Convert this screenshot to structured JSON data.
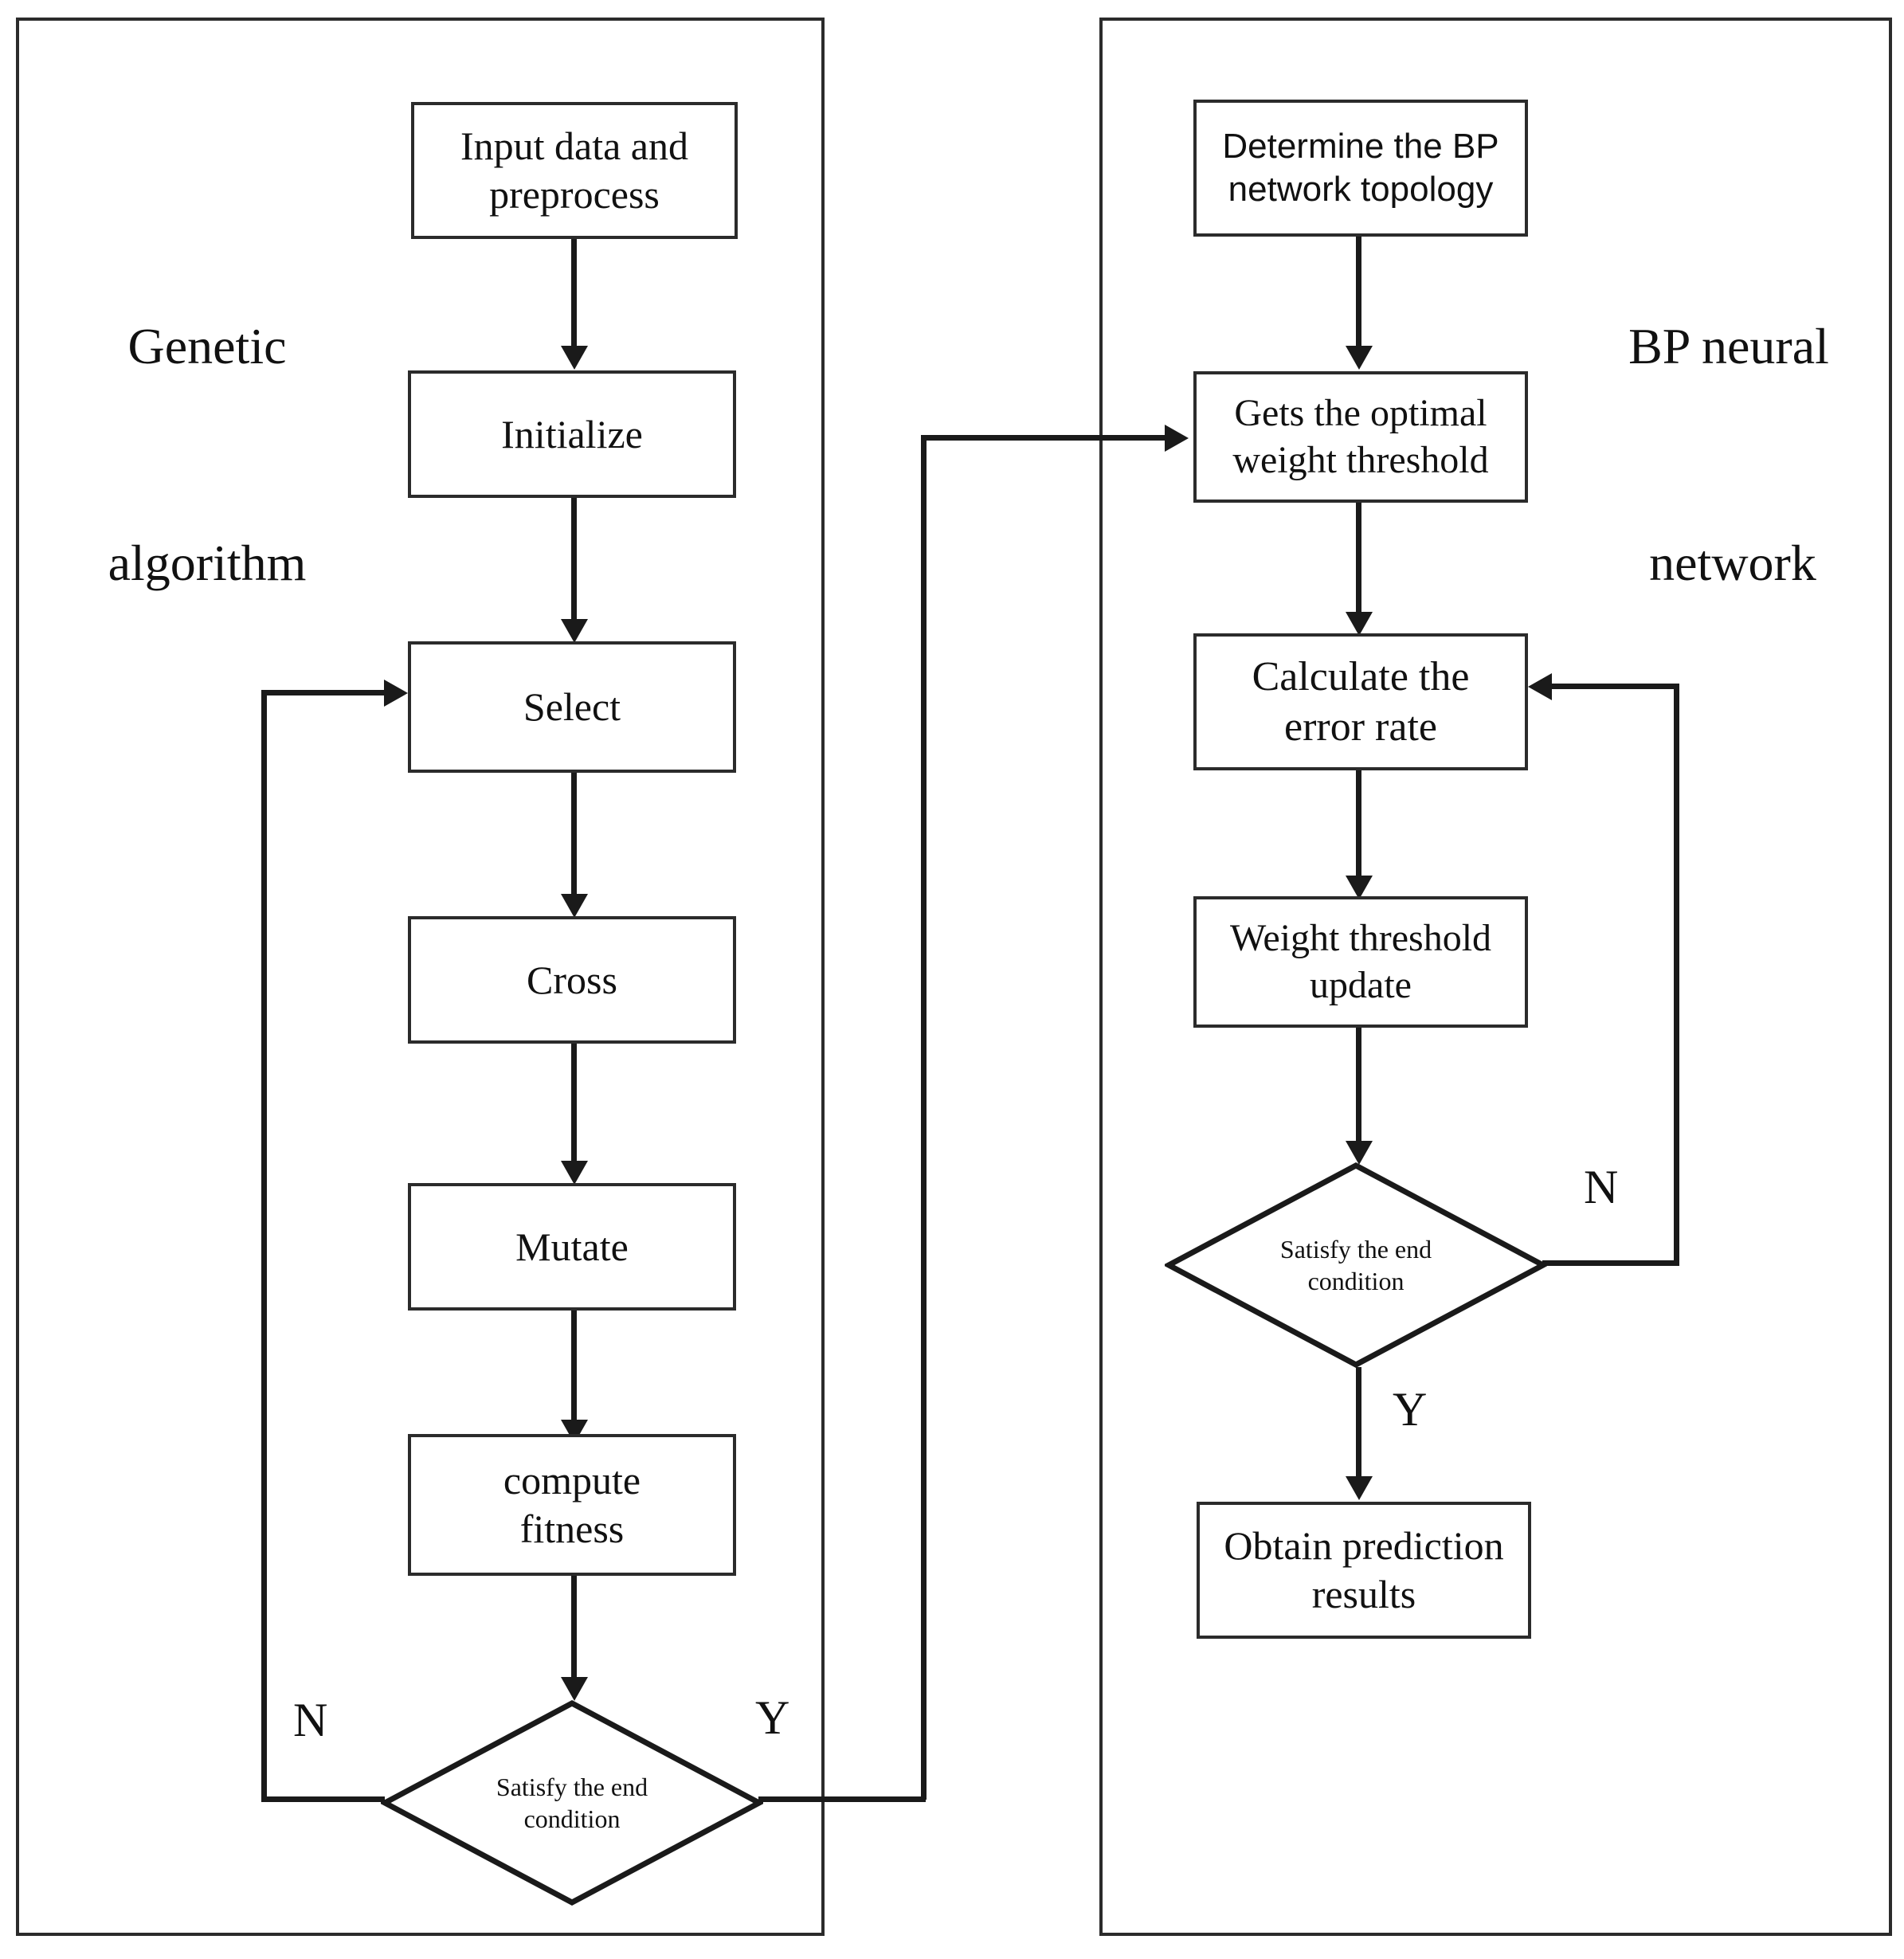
{
  "diagram": {
    "title_hidden": "",
    "stroke_color": "#1a1a1a",
    "text_color": "#111111",
    "background": "#ffffff"
  },
  "panels": {
    "left": {
      "label_line1": "Genetic",
      "label_line2": "algorithm"
    },
    "right": {
      "label_line1": "BP neural",
      "label_line2": "network"
    }
  },
  "left_flow": {
    "nodes": [
      {
        "id": "input",
        "label": "Input data and\npreprocess",
        "shape": "rect"
      },
      {
        "id": "initialize",
        "label": "Initialize",
        "shape": "rect"
      },
      {
        "id": "select",
        "label": "Select",
        "shape": "rect"
      },
      {
        "id": "cross",
        "label": "Cross",
        "shape": "rect"
      },
      {
        "id": "mutate",
        "label": "Mutate",
        "shape": "rect"
      },
      {
        "id": "compute_fitness",
        "label": "compute\nfitness",
        "shape": "rect"
      },
      {
        "id": "end_condition",
        "label": "Satisfy the end\ncondition",
        "shape": "diamond"
      }
    ],
    "branch_no": "N",
    "branch_yes": "Y"
  },
  "right_flow": {
    "nodes": [
      {
        "id": "topology",
        "label": "Determine the BP\nnetwork topology",
        "shape": "rect"
      },
      {
        "id": "optimal_weight",
        "label": "Gets the optimal\nweight threshold",
        "shape": "rect"
      },
      {
        "id": "error_rate",
        "label": "Calculate the\nerror rate",
        "shape": "rect"
      },
      {
        "id": "weight_update",
        "label": "Weight threshold\nupdate",
        "shape": "rect"
      },
      {
        "id": "end_condition",
        "label": "Satisfy the end\ncondition",
        "shape": "diamond"
      },
      {
        "id": "prediction",
        "label": "Obtain prediction\nresults",
        "shape": "rect"
      }
    ],
    "branch_no": "N",
    "branch_yes": "Y"
  }
}
